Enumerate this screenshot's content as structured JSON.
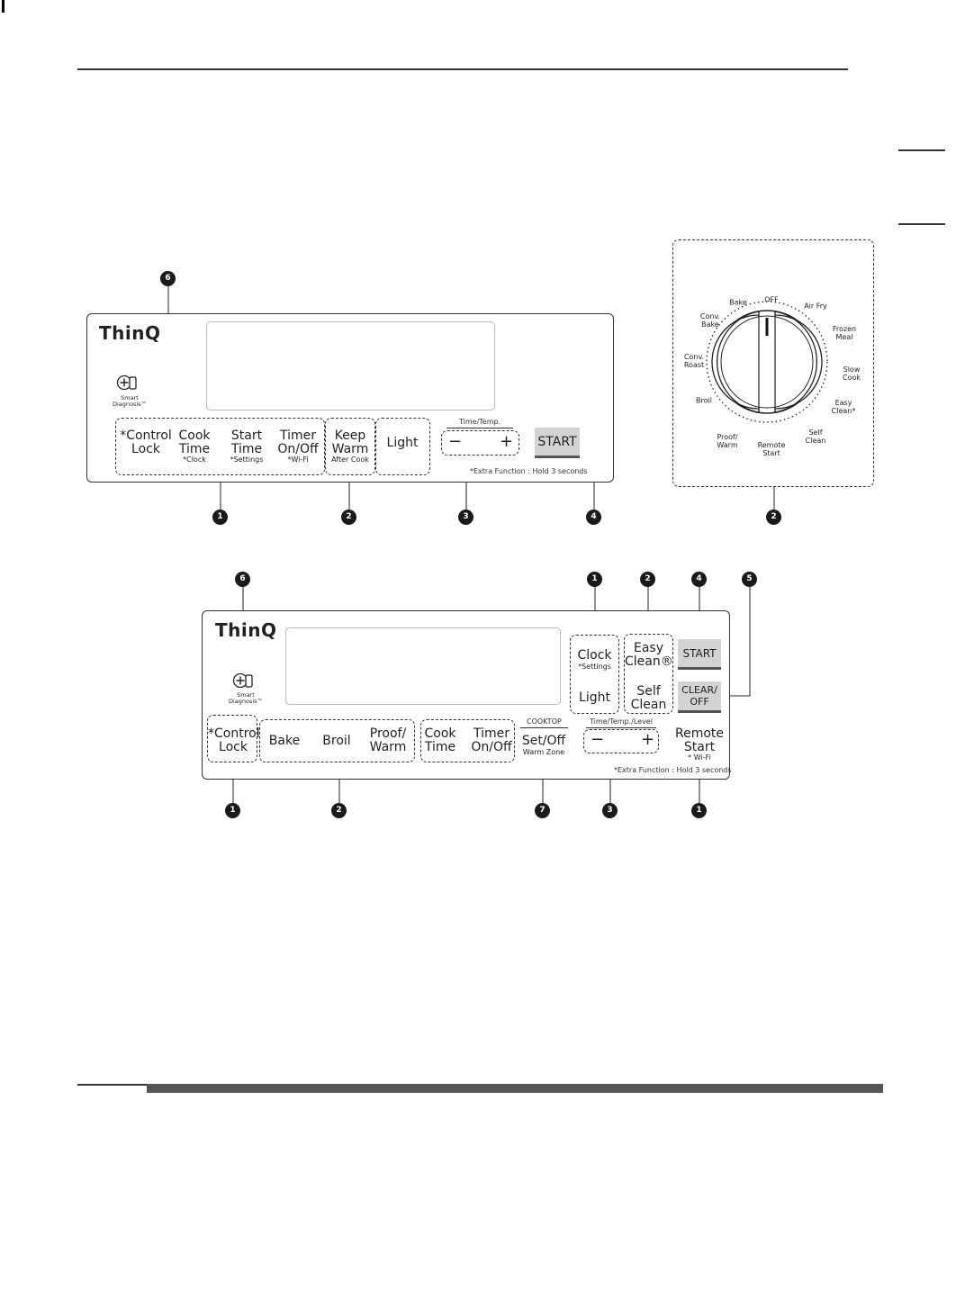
{
  "panel1": {
    "logo": "ThinQ",
    "smart_diagnosis": [
      "Smart",
      "Diagnosis™"
    ],
    "keys": {
      "control_lock": {
        "main": [
          "*Control",
          "Lock"
        ]
      },
      "cook_time": {
        "main": [
          "Cook",
          "Time"
        ],
        "sub": "*Clock"
      },
      "start_time": {
        "main": [
          "Start",
          "Time"
        ],
        "sub": "*Settings"
      },
      "timer": {
        "main": [
          "Timer",
          "On/Off"
        ],
        "sub": "*Wi-Fi"
      },
      "keep_warm": {
        "main": [
          "Keep",
          "Warm"
        ],
        "sub": "After Cook"
      },
      "light": {
        "main": "Light"
      }
    },
    "time_temp_label": "Time/Temp.",
    "minus": "−",
    "plus": "+",
    "start": "START",
    "extra_note": "*Extra Function : Hold 3 seconds",
    "callouts": {
      "smart": "6",
      "group1": "1",
      "keep_warm": "2",
      "time_temp": "3",
      "start": "4"
    }
  },
  "dial": {
    "labels": {
      "off": "OFF",
      "bake": "Bake",
      "air_fry": "Air Fry",
      "conv_bake": [
        "Conv.",
        "Bake"
      ],
      "frozen_meal": [
        "Frozen",
        "Meal"
      ],
      "conv_roast": [
        "Conv.",
        "Roast"
      ],
      "slow_cook": [
        "Slow",
        "Cook"
      ],
      "broil": "Broil",
      "easy_clean": [
        "Easy",
        "Clean*"
      ],
      "proof_warm": [
        "Proof/",
        "Warm"
      ],
      "remote_start": [
        "Remote",
        "Start"
      ],
      "self_clean": [
        "Self",
        "Clean"
      ]
    },
    "callout": "2"
  },
  "panel2": {
    "logo": "ThinQ",
    "smart_diagnosis": [
      "Smart",
      "Diagnosis™"
    ],
    "keys": {
      "clock": {
        "main": "Clock",
        "sub": "*Settings"
      },
      "light": {
        "main": "Light"
      },
      "easy_clean": {
        "main": [
          "Easy",
          "Clean®"
        ]
      },
      "self_clean": {
        "main": [
          "Self",
          "Clean"
        ]
      },
      "control_lock": {
        "main": [
          "*Control",
          "Lock"
        ]
      },
      "bake": {
        "main": "Bake"
      },
      "broil": {
        "main": "Broil"
      },
      "proof_warm": {
        "main": [
          "Proof/",
          "Warm"
        ]
      },
      "cook_time": {
        "main": [
          "Cook",
          "Time"
        ]
      },
      "timer": {
        "main": [
          "Timer",
          "On/Off"
        ]
      },
      "cooktop_label": "COOKTOP",
      "set_off": {
        "main": "Set/Off",
        "sub": "Warm Zone"
      },
      "remote_start": {
        "main": [
          "Remote",
          "Start"
        ],
        "sub": "* Wi-Fi"
      }
    },
    "time_temp_label": "Time/Temp./Level",
    "minus": "−",
    "plus": "+",
    "start": "START",
    "clear_off": [
      "CLEAR/",
      "OFF"
    ],
    "extra_note": "*Extra Function : Hold 3 seconds",
    "callouts": {
      "smart": "6",
      "clock": "1",
      "easy_clean": "2",
      "start": "4",
      "clear_off": "5",
      "control_lock": "1",
      "bake_group": "2",
      "set_off": "7",
      "time_temp": "3",
      "remote_start": "1"
    }
  }
}
